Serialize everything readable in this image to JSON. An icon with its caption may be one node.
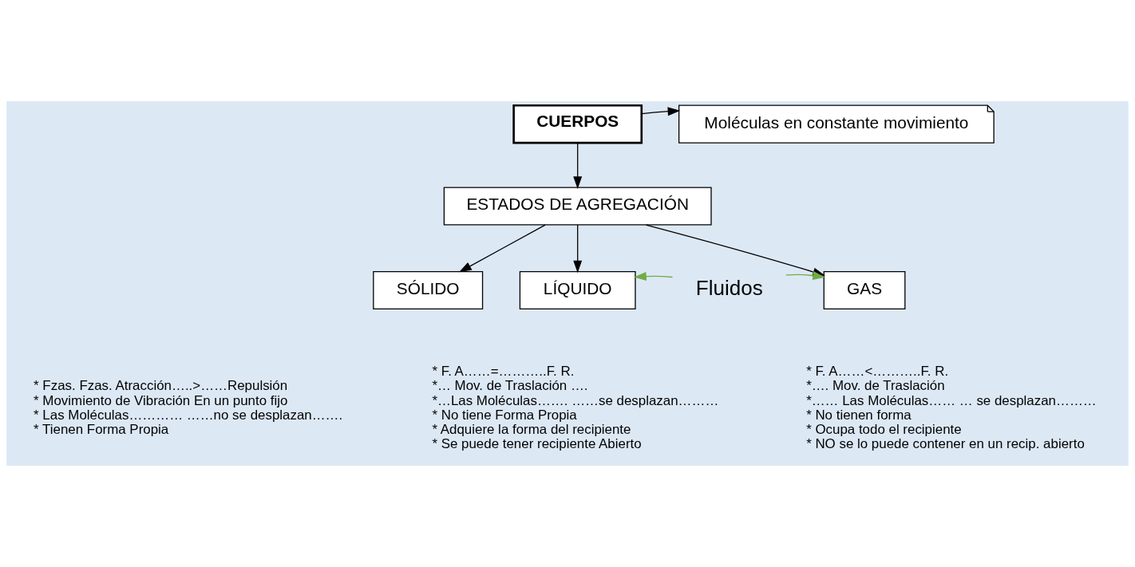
{
  "diagram": {
    "nodes": [
      {
        "text": [
          "CUERPOS"
        ]
      },
      {
        "text": [
          "Moléculas en constante movimiento"
        ]
      },
      {
        "text": [
          "ESTADOS DE AGREGACIÓN"
        ]
      },
      {
        "text": [
          "SÓLIDO"
        ],
        "beside": [
          "* Fzas. Fzas. Atracción…..>……Repulsión",
          "* Movimiento de Vibración En un punto fijo",
          "* Las Moléculas………… ……no se desplazan…….",
          "* Tienen Forma Propia"
        ]
      },
      {
        "text": [
          "LÍQUIDO"
        ],
        "beside": [
          "* F. A……=………..F. R.",
          "*… Mov. de Traslación ….",
          "*…Las Moléculas……. ……se desplazan………",
          "* No tiene Forma Propia",
          "* Adquiere la forma del recipiente",
          "* Se puede tener recipiente Abierto"
        ]
      },
      {
        "text": [
          "Fluidos"
        ]
      },
      {
        "text": [
          "GAS"
        ],
        "beside": [
          "* F. A……<………..F. R.",
          "*…. Mov. de Traslación",
          "*…… Las Moléculas…… … se desplazan………",
          "* No tienen forma",
          "* Ocupa todo el recipiente",
          "* NO se lo puede contener en un recip. abierto"
        ]
      }
    ],
    "edges": [
      {
        "from": 0,
        "to": 1,
        "arrow": "to"
      },
      {
        "from": 0,
        "to": 2,
        "arrow": "to"
      },
      {
        "from": 2,
        "to": 3,
        "arrow": "to"
      },
      {
        "from": 2,
        "to": 4,
        "arrow": "to"
      },
      {
        "from": 2,
        "to": 6,
        "arrow": "to"
      },
      {
        "from": 5,
        "to": 4,
        "arrow": "to",
        "color": "#70ad47"
      },
      {
        "from": 5,
        "to": 6,
        "arrow": "to",
        "color": "#70ad47"
      }
    ]
  }
}
